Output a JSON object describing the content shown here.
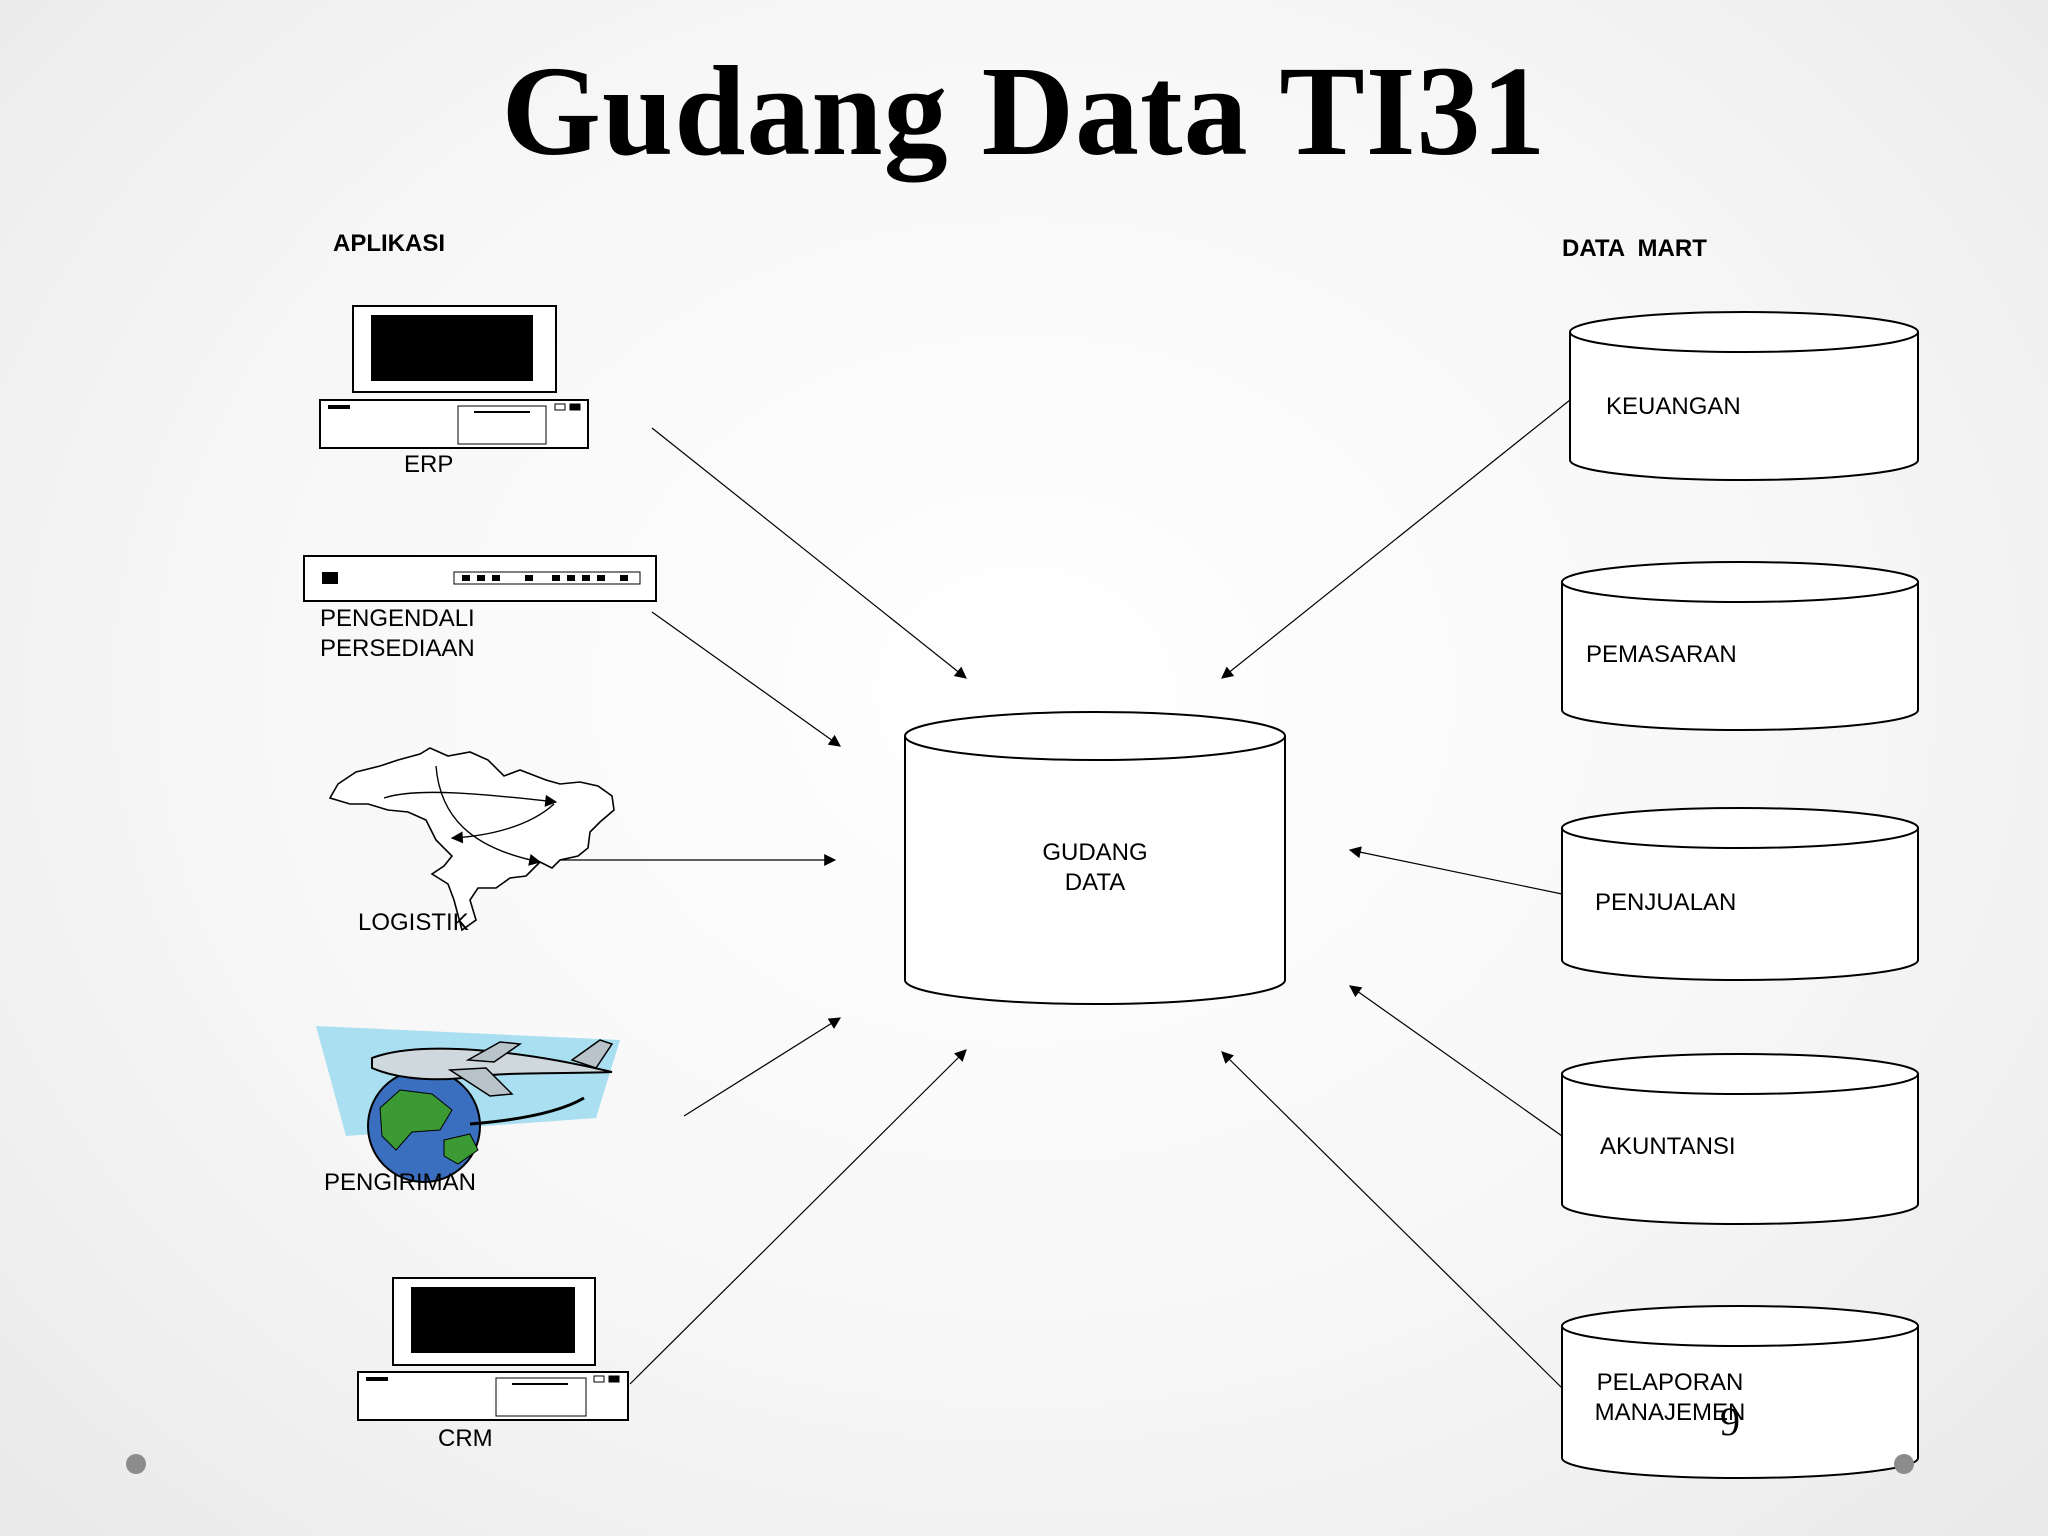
{
  "title": "Gudang Data TI31",
  "left_header": "APLIKASI",
  "right_header": "DATA  MART",
  "center": {
    "line1": "GUDANG",
    "line2": "DATA"
  },
  "applications": {
    "erp": "ERP",
    "inventory": {
      "line1": "PENGENDALI",
      "line2": "PERSEDIAAN"
    },
    "logistics": "LOGISTIK",
    "shipping": "PENGIRIMAN",
    "crm": "CRM"
  },
  "data_marts": {
    "finance": "KEUANGAN",
    "marketing": "PEMASARAN",
    "sales": "PENJUALAN",
    "accounting": "AKUNTANSI",
    "management": {
      "line1": "PELAPORAN",
      "line2": "MANAJEMEN"
    }
  },
  "page_number": "9",
  "colors": {
    "line": "#000000",
    "sky": "#a9dff0",
    "globe_land": "#3c9a35",
    "globe_sea": "#3a6fc0"
  },
  "icons": [
    "computer-icon",
    "network-device-icon",
    "map-icon",
    "airplane-globe-icon",
    "database-cylinder-icon"
  ]
}
